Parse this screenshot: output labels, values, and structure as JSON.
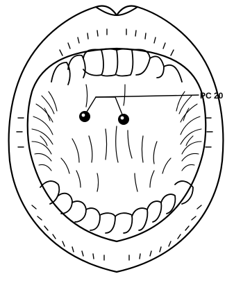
{
  "diagram": {
    "label": "PC 20",
    "points": [
      {
        "id": "point-left",
        "fill": "#000000"
      },
      {
        "id": "point-right",
        "fill": "#000000"
      }
    ],
    "colors": {
      "ink": "#000000",
      "background": "#ffffff"
    }
  }
}
